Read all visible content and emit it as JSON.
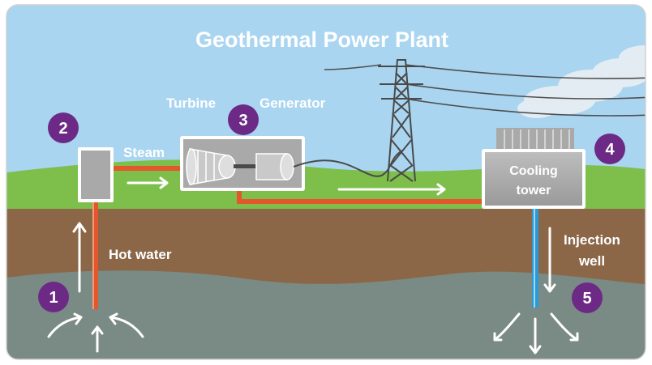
{
  "title": "Geothermal Power Plant",
  "labels": {
    "steam": "Steam",
    "turbine": "Turbine",
    "generator": "Generator",
    "cooling_tower_line1": "Cooling",
    "cooling_tower_line2": "tower",
    "hot_water": "Hot water",
    "injection_well_line1": "Injection",
    "injection_well_line2": "well"
  },
  "steps": [
    "1",
    "2",
    "3",
    "4",
    "5"
  ],
  "colors": {
    "sky": "#a9d5f0",
    "grass": "#7dbf4a",
    "soil": "#8b6748",
    "rock": "#7a8a84",
    "hot_pipe": "#e4562b",
    "cold_pipe": "#2a9ad8",
    "step_badge": "#6c2a86",
    "equipment": "#a9a9a9"
  }
}
